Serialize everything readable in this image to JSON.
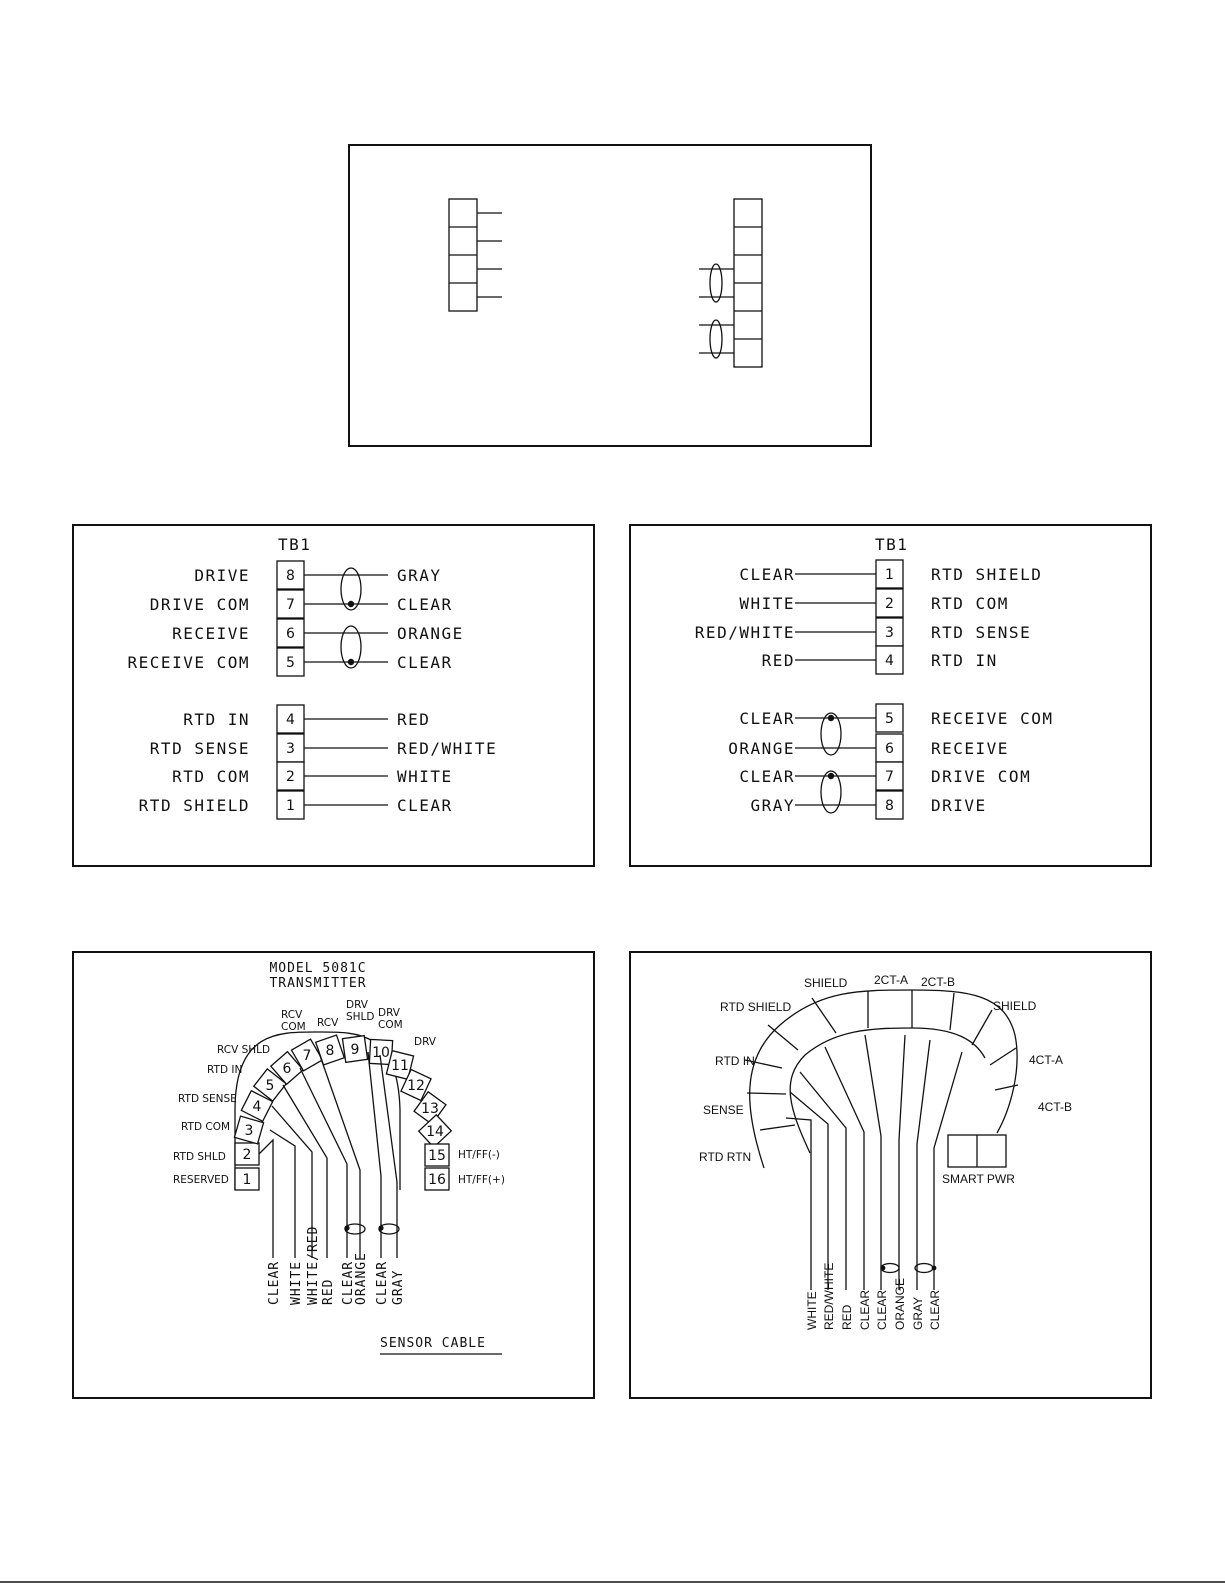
{
  "panel_b": {
    "tb_label": "TB1",
    "rows": [
      {
        "left": "DRIVE",
        "pin": "8",
        "right": "GRAY"
      },
      {
        "left": "DRIVE COM",
        "pin": "7",
        "right": "CLEAR"
      },
      {
        "left": "RECEIVE",
        "pin": "6",
        "right": "ORANGE"
      },
      {
        "left": "RECEIVE COM",
        "pin": "5",
        "right": "CLEAR"
      },
      {
        "left": "RTD IN",
        "pin": "4",
        "right": "RED"
      },
      {
        "left": "RTD SENSE",
        "pin": "3",
        "right": "RED/WHITE"
      },
      {
        "left": "RTD COM",
        "pin": "2",
        "right": "WHITE"
      },
      {
        "left": "RTD SHIELD",
        "pin": "1",
        "right": "CLEAR"
      }
    ]
  },
  "panel_c": {
    "tb_label": "TB1",
    "rows": [
      {
        "left": "CLEAR",
        "pin": "1",
        "right": "RTD SHIELD"
      },
      {
        "left": "WHITE",
        "pin": "2",
        "right": "RTD COM"
      },
      {
        "left": "RED/WHITE",
        "pin": "3",
        "right": "RTD SENSE"
      },
      {
        "left": "RED",
        "pin": "4",
        "right": "RTD IN"
      },
      {
        "left": "CLEAR",
        "pin": "5",
        "right": "RECEIVE COM"
      },
      {
        "left": "ORANGE",
        "pin": "6",
        "right": "RECEIVE"
      },
      {
        "left": "CLEAR",
        "pin": "7",
        "right": "DRIVE COM"
      },
      {
        "left": "GRAY",
        "pin": "8",
        "right": "DRIVE"
      }
    ]
  },
  "panel_d": {
    "title_line1": "MODEL 5081C",
    "title_line2": "TRANSMITTER",
    "pins": [
      "1",
      "2",
      "3",
      "4",
      "5",
      "6",
      "7",
      "8",
      "9",
      "10",
      "11",
      "12",
      "13",
      "14",
      "15",
      "16"
    ],
    "labels": {
      "reserved": "RESERVED",
      "rtd_shld": "RTD SHLD",
      "rtd_com": "RTD COM",
      "rtd_sense": "RTD SENSE",
      "rtd_in": "RTD IN",
      "rcv_shld": "RCV SHLD",
      "rcv_com_1": "RCV",
      "rcv_com_2": "COM",
      "rcv": "RCV",
      "drv_shld_1": "DRV",
      "drv_shld_2": "SHLD",
      "drv_com_1": "DRV",
      "drv_com_2": "COM",
      "drv": "DRV",
      "ht_minus": "HT/FF(-)",
      "ht_plus": "HT/FF(+)"
    },
    "wires": [
      "CLEAR",
      "WHITE",
      "WHITE/RED",
      "RED",
      "CLEAR",
      "ORANGE",
      "CLEAR",
      "GRAY"
    ],
    "cable_label": "SENSOR CABLE"
  },
  "panel_e": {
    "labels": {
      "shield_left": "SHIELD",
      "ct2a": "2CT-A",
      "ct2b": "2CT-B",
      "shield_right": "SHIELD",
      "rtd_shield": "RTD SHIELD",
      "rtd_in": "RTD IN",
      "ct4a": "4CT-A",
      "ct4b": "4CT-B",
      "sense": "SENSE",
      "rtd_rtn": "RTD RTN",
      "smart_pwr": "SMART PWR"
    },
    "wires": [
      "WHITE",
      "RED/WHITE",
      "RED",
      "CLEAR",
      "CLEAR",
      "ORANGE",
      "GRAY",
      "CLEAR"
    ]
  }
}
